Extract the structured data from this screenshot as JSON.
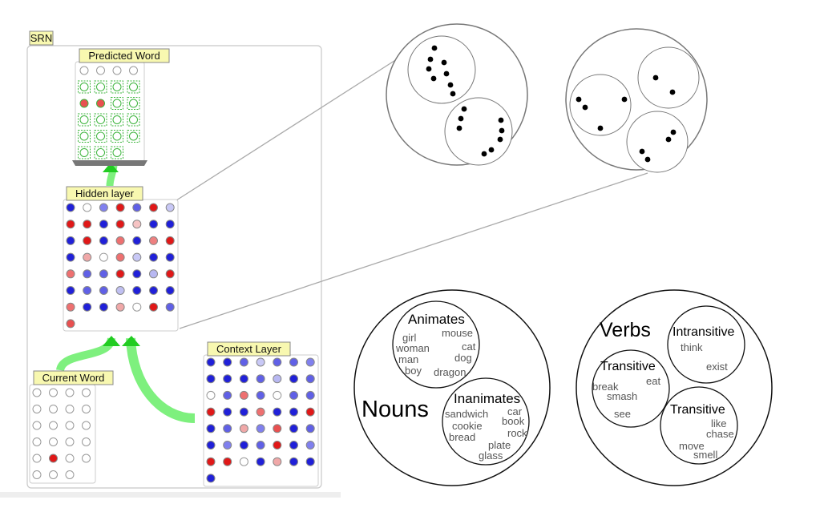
{
  "srn_label": "SRN",
  "layers": {
    "predicted": {
      "label": "Predicted Word",
      "rows": [
        [
          "e",
          "e",
          "e",
          "e"
        ],
        [
          "g",
          "g",
          "g",
          "g"
        ],
        [
          "r",
          "r",
          "g",
          "g"
        ],
        [
          "g",
          "g",
          "g",
          "g"
        ],
        [
          "g",
          "g",
          "g",
          "g"
        ],
        [
          "g",
          "g",
          "g"
        ]
      ]
    },
    "hidden": {
      "label": "Hidden layer",
      "rows": [
        [
          "#2020d8",
          "#ffffff",
          "#8080ee",
          "#e01818",
          "#6060e6",
          "#e01818",
          "#c8c8f6"
        ],
        [
          "#e01818",
          "#e01818",
          "#2020d8",
          "#e01818",
          "#f6c4c4",
          "#2020d8",
          "#2020d8"
        ],
        [
          "#2020d8",
          "#e01818",
          "#2020d8",
          "#ee7070",
          "#2020d8",
          "#ee8080",
          "#e01818"
        ],
        [
          "#2020d8",
          "#f0a8a8",
          "#ffffff",
          "#ee7070",
          "#c8c8f6",
          "#2020d8",
          "#2020d8"
        ],
        [
          "#ee7070",
          "#6060e6",
          "#6060e6",
          "#e01818",
          "#2020d8",
          "#b8b8f2",
          "#e01818"
        ],
        [
          "#2020d8",
          "#6060e6",
          "#6060e6",
          "#c0c0f2",
          "#2020d8",
          "#2020d8",
          "#2020d8"
        ],
        [
          "#ee7070",
          "#2020d8",
          "#2020d8",
          "#f0a8a8",
          "#ffffff",
          "#e01818",
          "#6060e6"
        ],
        [
          "#e85050"
        ]
      ]
    },
    "current": {
      "label": "Current Word",
      "rows": [
        [
          "#ffffff",
          "#ffffff",
          "#ffffff",
          "#ffffff"
        ],
        [
          "#ffffff",
          "#ffffff",
          "#ffffff",
          "#ffffff"
        ],
        [
          "#ffffff",
          "#ffffff",
          "#ffffff",
          "#ffffff"
        ],
        [
          "#ffffff",
          "#ffffff",
          "#ffffff",
          "#ffffff"
        ],
        [
          "#ffffff",
          "#e01818",
          "#ffffff",
          "#ffffff"
        ],
        [
          "#ffffff",
          "#ffffff",
          "#ffffff"
        ]
      ]
    },
    "context": {
      "label": "Context Layer",
      "rows": [
        [
          "#2020d8",
          "#2020d8",
          "#6060e6",
          "#c8c8f6",
          "#6060e6",
          "#6060e6",
          "#8080ee"
        ],
        [
          "#2020d8",
          "#2020d8",
          "#2020d8",
          "#6060e6",
          "#b8b8f2",
          "#2020d8",
          "#6060e6"
        ],
        [
          "#ffffff",
          "#6060e6",
          "#ee7070",
          "#6060e6",
          "#ffffff",
          "#6060e6",
          "#6060e6"
        ],
        [
          "#e01818",
          "#2020d8",
          "#2020d8",
          "#ee7070",
          "#2020d8",
          "#2020d8",
          "#e01818"
        ],
        [
          "#2020d8",
          "#6060e6",
          "#f0a8a8",
          "#8080ee",
          "#e85050",
          "#2020d8",
          "#6060e6"
        ],
        [
          "#2020d8",
          "#8080ee",
          "#2020d8",
          "#6060e6",
          "#e01818",
          "#2020d8",
          "#8080ee"
        ],
        [
          "#e01818",
          "#e01818",
          "#ffffff",
          "#2020d8",
          "#f0a8a8",
          "#2020d8",
          "#2020d8"
        ],
        [
          "#2020d8"
        ]
      ]
    }
  },
  "nouns": {
    "title": "Nouns",
    "animates": {
      "title": "Animates",
      "words": [
        "girl",
        "woman",
        "man",
        "boy",
        "mouse",
        "cat",
        "dog",
        "dragon"
      ]
    },
    "inanimates": {
      "title": "Inanimates",
      "words": [
        "sandwich",
        "cookie",
        "bread",
        "car",
        "book",
        "rock",
        "plate",
        "glass"
      ]
    }
  },
  "verbs": {
    "title": "Verbs",
    "intransitive": {
      "title": "Intransitive",
      "words": [
        "think",
        "exist"
      ]
    },
    "transitive_a": {
      "title": "Transitive",
      "words": [
        "break",
        "smash",
        "see",
        "eat"
      ]
    },
    "transitive_b": {
      "title": "Transitive",
      "words": [
        "like",
        "chase",
        "move",
        "smell"
      ]
    }
  },
  "colors": {
    "label_fill": "#f8f8b0",
    "arrow_green": "#7ef07e",
    "green_ring": "#3cb43c",
    "panel_border": "#c8c8c8"
  }
}
